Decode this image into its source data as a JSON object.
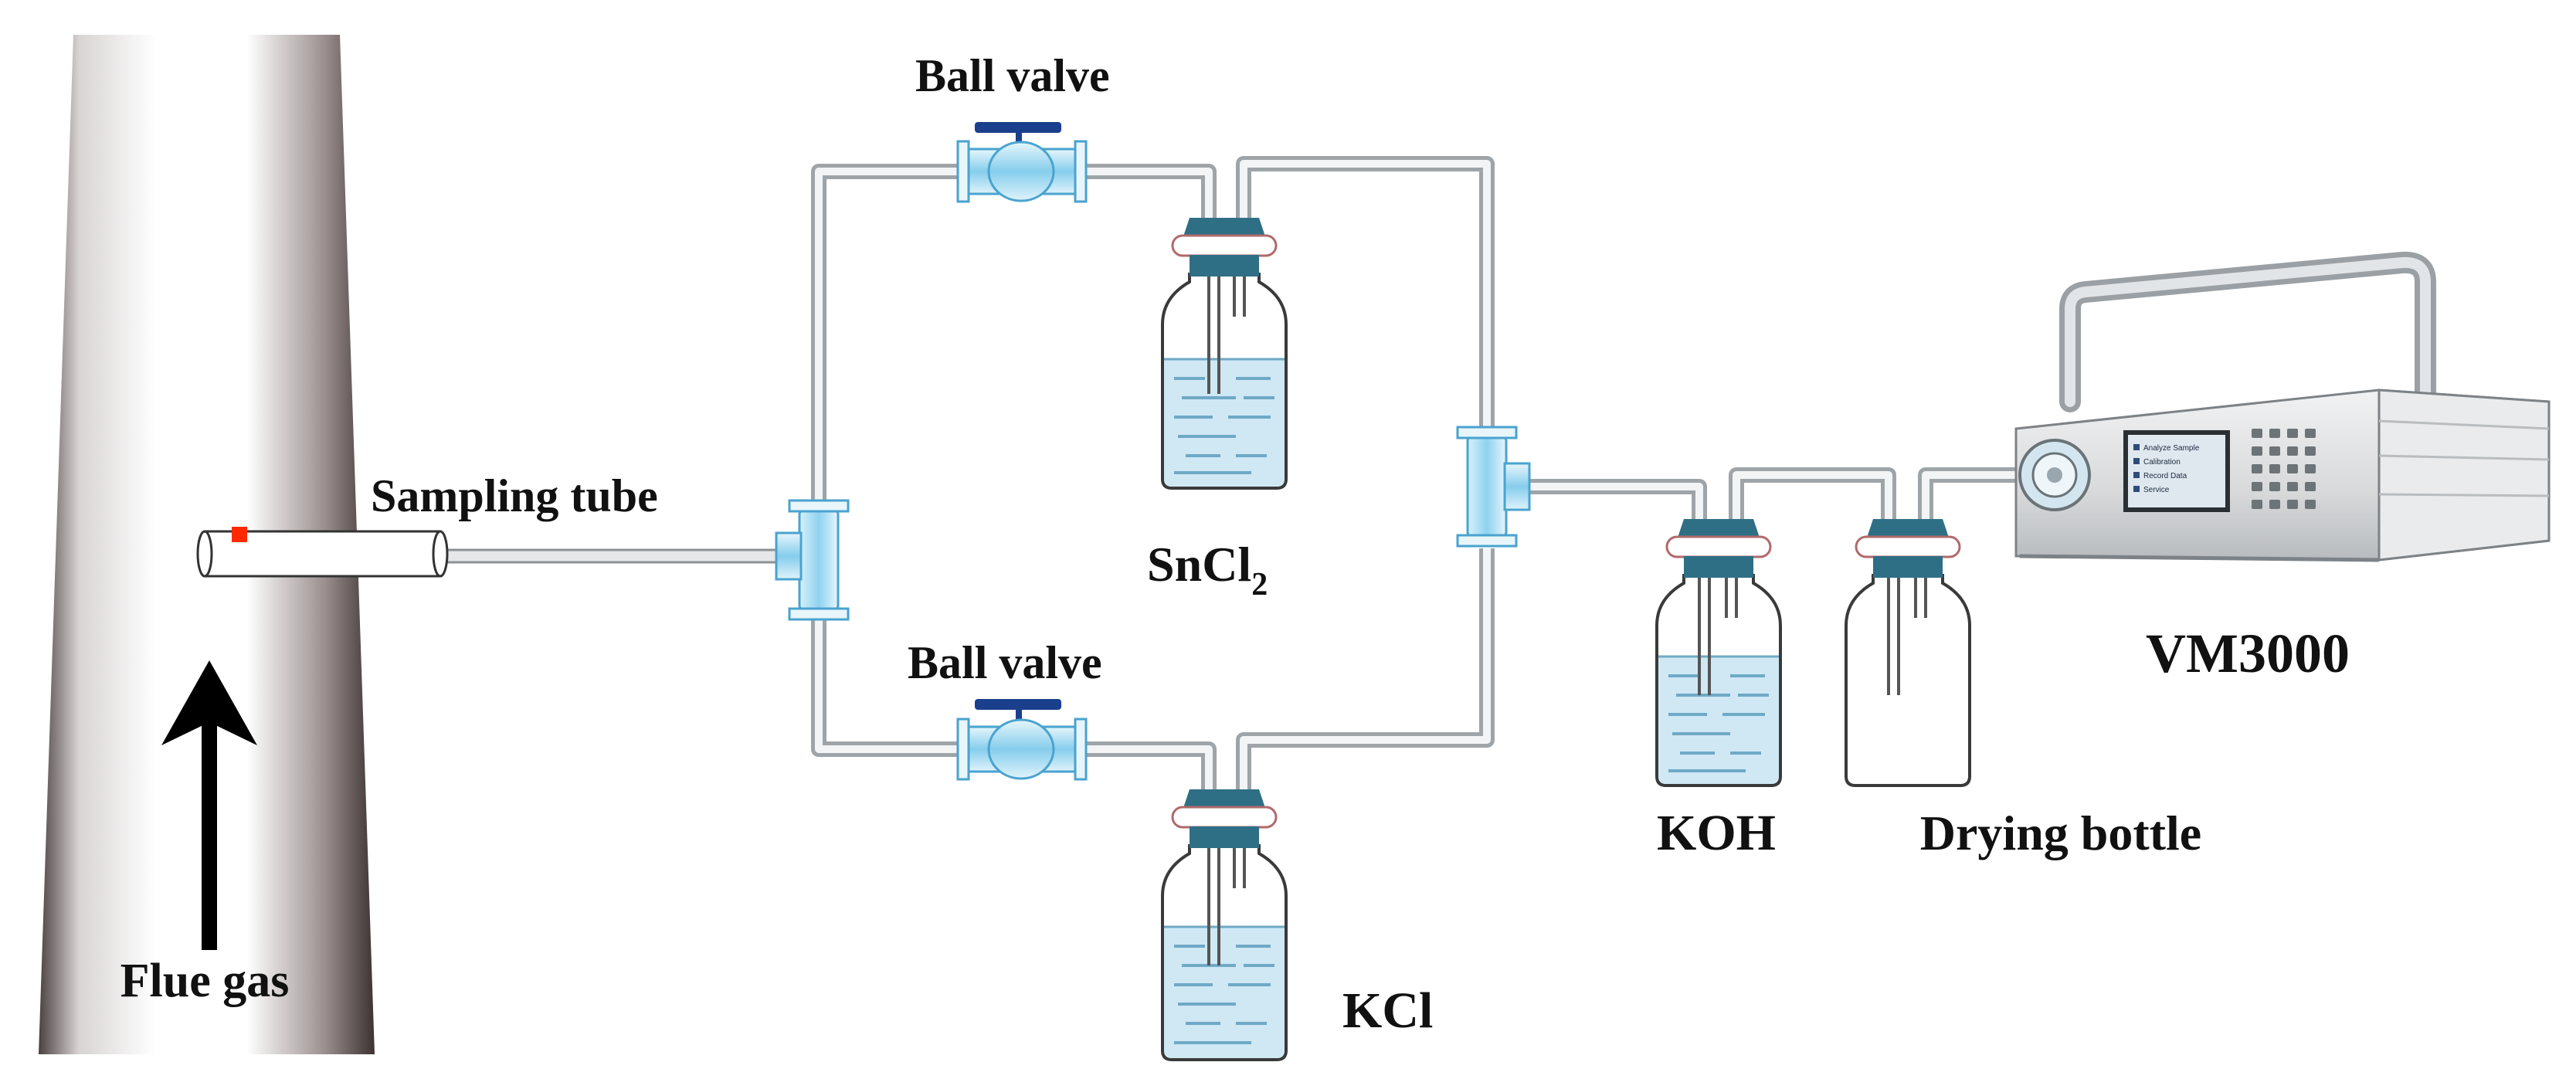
{
  "labels": {
    "ball_valve_top": "Ball valve",
    "ball_valve_bottom": "Ball valve",
    "sampling_tube": "Sampling tube",
    "sncl2_main": "SnCl",
    "sncl2_sub": "2",
    "kcl": "KCl",
    "koh": "KOH",
    "drying_bottle": "Drying bottle",
    "analyzer": "VM3000",
    "flue_gas": "Flue gas"
  },
  "analyzer_screen": {
    "menu": [
      "Analyze Sample",
      "Calibration",
      "Record Data",
      "Service"
    ]
  },
  "colors": {
    "liquid": "#cfe8f4",
    "liquid_lines": "#6fa9c6",
    "stopper": "#2e6f86",
    "pipe": "#bfc4c8",
    "fitting": "#8ed0ee",
    "valve_handle": "#1a3f8c",
    "tube_marker": "#ff2a00"
  }
}
